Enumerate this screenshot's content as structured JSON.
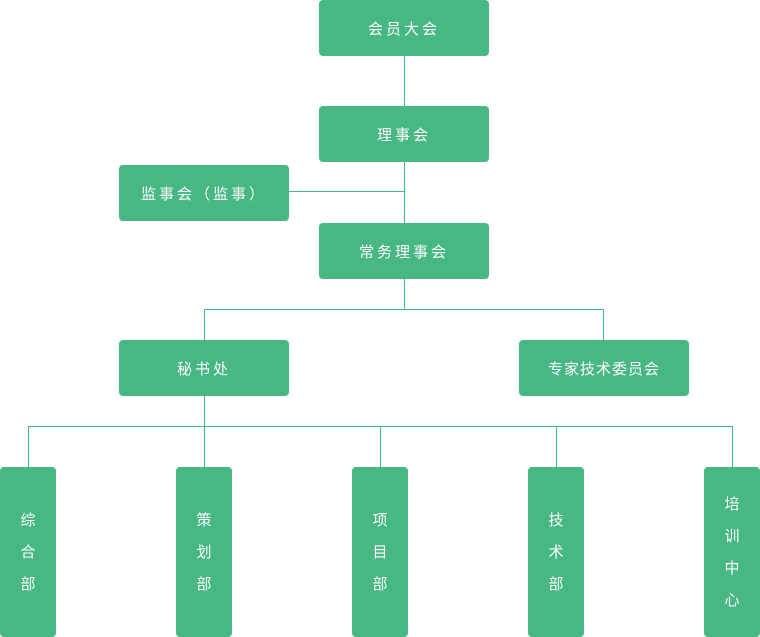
{
  "org_chart": {
    "general_assembly": "会员大会",
    "council": "理事会",
    "supervisory_board": "监事会（监事）",
    "standing_council": "常务理事会",
    "secretariat": "秘书处",
    "expert_committee": "专家技术委员会",
    "departments": [
      {
        "label": "综合部"
      },
      {
        "label": "策划部"
      },
      {
        "label": "项目部"
      },
      {
        "label": "技术部"
      },
      {
        "label": "培训中心"
      }
    ]
  },
  "colors": {
    "node": "#47b784",
    "connector": "#47b784",
    "text": "#ffffff"
  }
}
